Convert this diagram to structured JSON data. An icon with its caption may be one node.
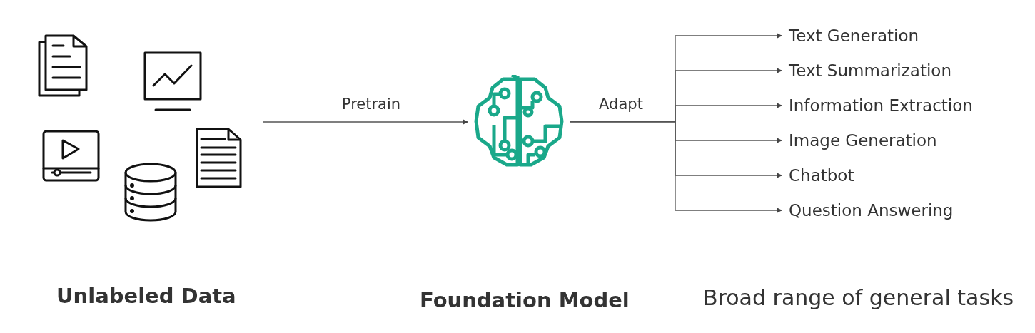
{
  "diagram": {
    "nodes": [
      {
        "text": [],
        "shape": "picture"
      },
      {
        "text": [
          "Text Generation"
        ]
      },
      {
        "text": [
          "Text Summarization"
        ]
      },
      {
        "text": [
          "Information Extraction"
        ]
      },
      {
        "text": [
          "Image Generation"
        ]
      },
      {
        "text": [
          "Chatbot"
        ]
      },
      {
        "text": [
          "Question Answering"
        ]
      }
    ],
    "edges": [
      {
        "from": null,
        "to": 0,
        "arrow": "to",
        "label": "Pretrain"
      },
      {
        "from": 0,
        "to": 1,
        "arrow": "to",
        "label": "Adapt"
      },
      {
        "from": 0,
        "to": 2,
        "arrow": "to"
      },
      {
        "from": 0,
        "to": 3,
        "arrow": "to"
      },
      {
        "from": 0,
        "to": 4,
        "arrow": "to"
      },
      {
        "from": 0,
        "to": 5,
        "arrow": "to"
      },
      {
        "from": 0,
        "to": 6,
        "arrow": "to"
      }
    ],
    "labels": [
      "Unlabeled Data",
      "Foundation Model",
      "Broad range of general tasks"
    ]
  }
}
